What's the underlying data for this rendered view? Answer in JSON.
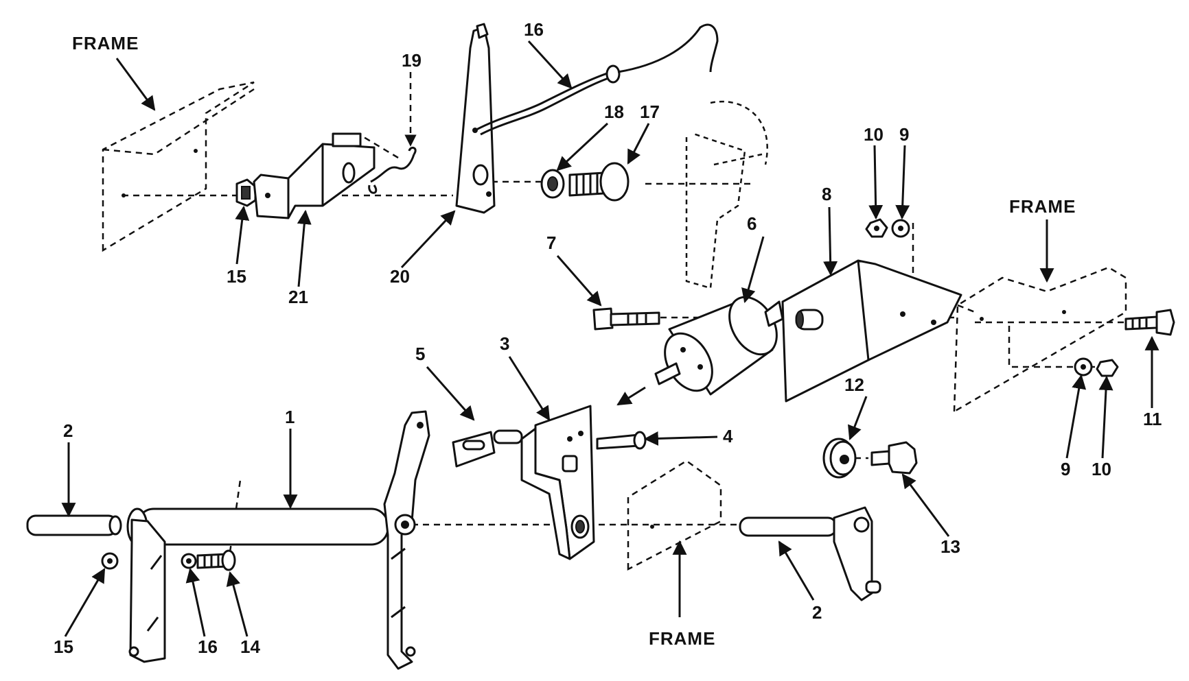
{
  "labels": {
    "frame": "FRAME",
    "n1": "1",
    "n2": "2",
    "n3": "3",
    "n4": "4",
    "n5": "5",
    "n6": "6",
    "n7": "7",
    "n8": "8",
    "n9": "9",
    "n10": "10",
    "n11": "11",
    "n12": "12",
    "n13": "13",
    "n14": "14",
    "n15": "15",
    "n16": "16",
    "n17": "17",
    "n18": "18",
    "n19": "19",
    "n20": "20",
    "n21": "21"
  }
}
